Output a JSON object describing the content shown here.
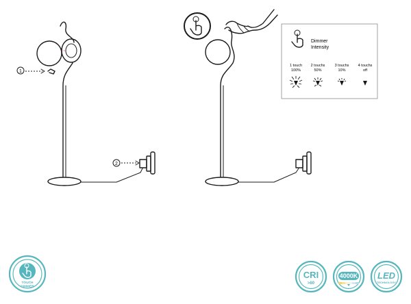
{
  "step_markers": [
    "1",
    "2"
  ],
  "dimmer_panel": {
    "title_line1": "Dimmer",
    "title_line2": "Intensity",
    "levels": [
      {
        "touch": "1 touch",
        "value": "100%"
      },
      {
        "touch": "2 touchs",
        "value": "50%"
      },
      {
        "touch": "3 touchs",
        "value": "10%"
      },
      {
        "touch": "4 touchs",
        "value": "off"
      }
    ]
  },
  "badges": {
    "touch_dimmer": {
      "line1": "TOUCH",
      "line2": "DIMMER"
    },
    "cri": {
      "main": "CRI",
      "sub": ">80"
    },
    "color_temp": {
      "main": "4000K"
    },
    "led": {
      "main": "LED",
      "sub": "TECHNOLOGY"
    }
  },
  "colors": {
    "badge_accent": "#56b6bd",
    "line": "#1a1a1a",
    "led_accent": "#ff3b6b"
  }
}
